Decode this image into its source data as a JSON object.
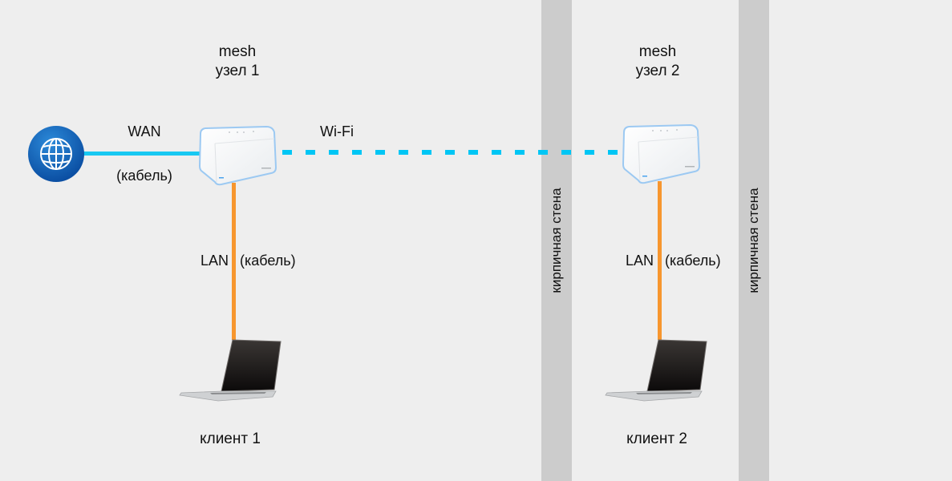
{
  "nodes": [
    {
      "title_line1": "mesh",
      "title_line2": "узел 1"
    },
    {
      "title_line1": "mesh",
      "title_line2": "узел 2"
    }
  ],
  "links": {
    "wan_label": "WAN",
    "wan_sub": "(кабель)",
    "wifi_label": "Wi-Fi",
    "lan1_label": "LAN",
    "lan1_sub": "(кабель)",
    "lan2_label": "LAN",
    "lan2_sub": "(кабель)"
  },
  "clients": [
    {
      "label": "клиент 1"
    },
    {
      "label": "клиент 2"
    }
  ],
  "walls": [
    {
      "label": "кирпичная стена"
    },
    {
      "label": "кирпичная стена"
    }
  ],
  "icons": {
    "internet": "globe-icon",
    "router": "mesh-router-icon",
    "laptop": "laptop-icon"
  },
  "colors": {
    "background": "#eeeeee",
    "wall": "#cccccc",
    "wan": "#18c8f2",
    "wifi": "#00c6f5",
    "lan": "#f7962e",
    "globe": "#0b5fb8"
  }
}
